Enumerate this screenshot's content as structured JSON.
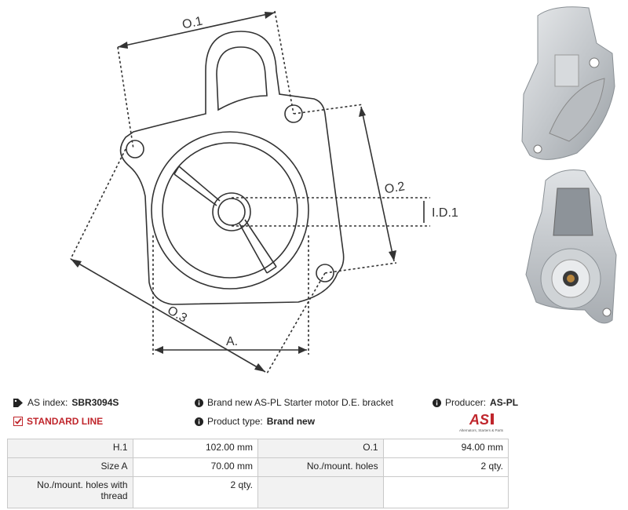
{
  "drawing": {
    "labels": {
      "o1": "O.1",
      "o2": "O.2",
      "o3": "O.3",
      "id1": "I.D.1",
      "a": "A."
    }
  },
  "info": {
    "index_label": "AS index:",
    "index_value": "SBR3094S",
    "line_label": "STANDARD LINE",
    "description": "Brand new AS-PL Starter motor D.E. bracket",
    "product_type_label": "Product type:",
    "product_type_value": "Brand new",
    "producer_label": "Producer:",
    "producer_value": "AS-PL",
    "logo_text": "AS",
    "logo_tagline": "Alternators, Starters & Parts"
  },
  "specs": {
    "rows": [
      {
        "l1": "H.1",
        "v1": "102.00 mm",
        "l2": "O.1",
        "v2": "94.00 mm"
      },
      {
        "l1": "Size A",
        "v1": "70.00 mm",
        "l2": "No./mount. holes",
        "v2": "2 qty."
      },
      {
        "l1": "No./mount. holes with thread",
        "v1": "2 qty.",
        "l2": "",
        "v2": ""
      }
    ]
  },
  "colors": {
    "accent_red": "#c0262c",
    "label_bg": "#f2f2f2",
    "border": "#c9c9c9"
  }
}
